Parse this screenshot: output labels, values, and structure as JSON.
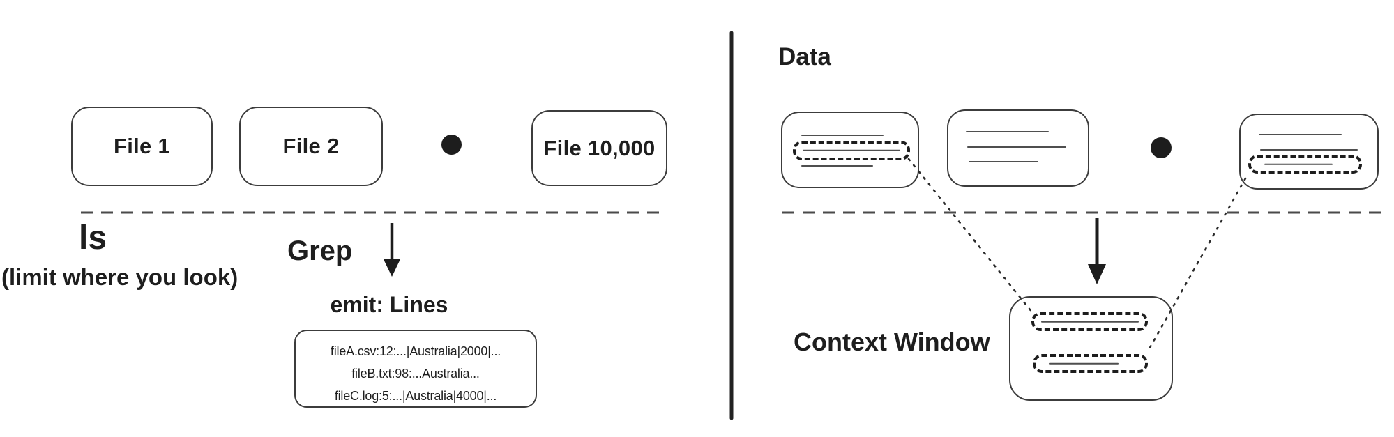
{
  "colors": {
    "ink": "#1e1e1e",
    "box_border": "#3c3c3c",
    "thin_line": "#4f4f4f",
    "background": "#ffffff"
  },
  "left_panel": {
    "files": [
      {
        "label": "File 1"
      },
      {
        "label": "File 2"
      },
      {
        "label": "File 10,000"
      }
    ],
    "ls": {
      "label": "ls",
      "sublabel": "(limit where you look)"
    },
    "grep": {
      "label": "Grep"
    },
    "emit_heading": "emit: Lines",
    "grep_output": {
      "lines": [
        "fileA.csv:12:...|Australia|2000|...",
        "fileB.txt:98:...Australia...",
        "fileC.log:5:...|Australia|4000|..."
      ]
    }
  },
  "right_panel": {
    "heading": "Data",
    "context_window_label": "Context Window"
  },
  "icons": {
    "ellipsis_dot_icon": "filled-circle",
    "down_arrow_icon": "solid-arrow-down",
    "highlight_capsule": "dashed-rounded-rect",
    "dotted_connector": "dotted-line"
  }
}
